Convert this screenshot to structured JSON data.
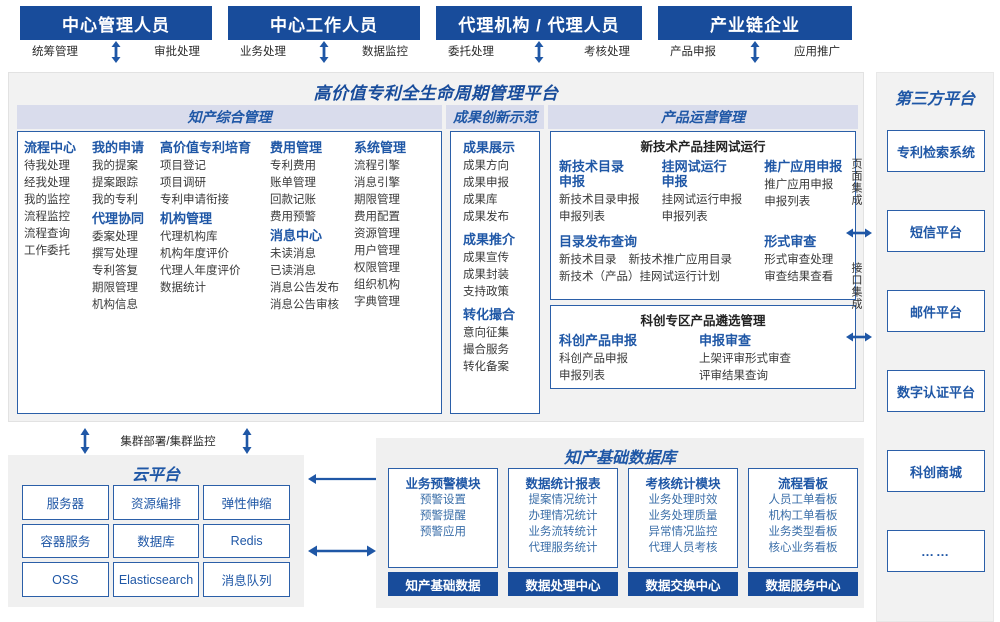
{
  "roles": [
    {
      "title": "中心管理人员",
      "left_caption": "统筹管理",
      "right_caption": "审批处理"
    },
    {
      "title": "中心工作人员",
      "left_caption": "业务处理",
      "right_caption": "数据监控"
    },
    {
      "title": "代理机构 / 代理人员",
      "left_caption": "委托处理",
      "right_caption": "考核处理"
    },
    {
      "title": "产业链企业",
      "left_caption": "产品申报",
      "right_caption": "应用推广"
    }
  ],
  "platform": {
    "title": "高价值专利全生命周期管理平台",
    "sections": [
      {
        "name": "知产综合管理",
        "columns": [
          {
            "groups": [
              {
                "title": "流程中心",
                "items": [
                  "待我处理",
                  "经我处理",
                  "我的监控",
                  "流程监控",
                  "流程查询",
                  "工作委托"
                ]
              }
            ]
          },
          {
            "groups": [
              {
                "title": "我的申请",
                "items": [
                  "我的提案",
                  "提案跟踪",
                  "我的专利"
                ]
              },
              {
                "title": "代理协同",
                "items": [
                  "委案处理",
                  "撰写处理",
                  "专利答复",
                  "期限管理",
                  "机构信息"
                ]
              }
            ]
          },
          {
            "groups": [
              {
                "title": "高价值专利培育",
                "items": [
                  "项目登记",
                  "项目调研",
                  "专利申请衔接"
                ]
              },
              {
                "title": "机构管理",
                "items": [
                  "代理机构库",
                  "机构年度评价",
                  "代理人年度评价",
                  "数据统计"
                ]
              }
            ]
          },
          {
            "groups": [
              {
                "title": "费用管理",
                "items": [
                  "专利费用",
                  "账单管理",
                  "回款记账",
                  "费用预警"
                ]
              },
              {
                "title": "消息中心",
                "items": [
                  "未读消息",
                  "已读消息",
                  "消息公告发布",
                  "消息公告审核"
                ]
              }
            ]
          },
          {
            "groups": [
              {
                "title": "系统管理",
                "items": [
                  "流程引擎",
                  "消息引擎",
                  "期限管理",
                  "费用配置",
                  "资源管理",
                  "用户管理",
                  "权限管理",
                  "组织机构",
                  "字典管理"
                ]
              }
            ]
          }
        ]
      },
      {
        "name": "成果创新示范",
        "columns": [
          {
            "groups": [
              {
                "title": "成果展示",
                "items": [
                  "成果方向",
                  "成果申报",
                  "成果库",
                  "成果发布"
                ]
              },
              {
                "title": "成果推介",
                "items": [
                  "成果宣传",
                  "成果封装",
                  "支持政策"
                ]
              },
              {
                "title": "转化撮合",
                "items": [
                  "意向征集",
                  "撮合服务",
                  "转化备案"
                ]
              }
            ]
          }
        ]
      },
      {
        "name": "产品运营管理",
        "boxes": [
          {
            "title": "新技术产品挂网试运行",
            "row1": [
              {
                "title": "新技术目录申报",
                "items": [
                  "新技术目录申报",
                  "申报列表"
                ]
              },
              {
                "title": "挂网试运行申报",
                "items": [
                  "挂网试运行申报",
                  "申报列表"
                ]
              },
              {
                "title": "推广应用申报",
                "items": [
                  "推广应用申报",
                  "申报列表"
                ]
              }
            ],
            "row2": [
              {
                "title": "目录发布查询",
                "items": [
                  "新技术目录",
                  "新技术推广应用目录",
                  "新技术（产品）挂网试运行计划"
                ]
              },
              {
                "title": "形式审查",
                "items": [
                  "形式审查处理",
                  "审查结果查看"
                ]
              }
            ]
          },
          {
            "title": "科创专区产品遴选管理",
            "row1": [
              {
                "title": "科创产品申报",
                "items": [
                  "科创产品申报",
                  "申报列表"
                ]
              },
              {
                "title": "申报审查",
                "items": [
                  "上架评审形式审查",
                  "评审结果查询"
                ]
              }
            ]
          }
        ]
      }
    ]
  },
  "integration": {
    "page_label": "页面集成",
    "api_label": "接口集成"
  },
  "third_party": {
    "title": "第三方平台",
    "items": [
      "专利检索系统",
      "短信平台",
      "邮件平台",
      "数字认证平台",
      "科创商城",
      "……"
    ]
  },
  "cluster_caption": "集群部署/集群监控",
  "cloud": {
    "title": "云平台",
    "cells": [
      "服务器",
      "资源编排",
      "弹性伸缩",
      "容器服务",
      "数据库",
      "Redis",
      "OSS",
      "Elasticsearch",
      "消息队列"
    ]
  },
  "database": {
    "title": "知产基础数据库",
    "columns": [
      {
        "header": "业务预警模块",
        "items": [
          "预警设置",
          "预警提醒",
          "预警应用"
        ],
        "footer": "知产基础数据"
      },
      {
        "header": "数据统计报表",
        "items": [
          "提案情况统计",
          "办理情况统计",
          "业务流转统计",
          "代理服务统计"
        ],
        "footer": "数据处理中心"
      },
      {
        "header": "考核统计模块",
        "items": [
          "业务处理时效",
          "业务处理质量",
          "异常情况监控",
          "代理人员考核"
        ],
        "footer": "数据交换中心"
      },
      {
        "header": "流程看板",
        "items": [
          "人员工单看板",
          "机构工单看板",
          "业务类型看板",
          "核心业务看板"
        ],
        "footer": "数据服务中心"
      }
    ]
  },
  "colors": {
    "brand_dark": "#184C9B",
    "brand": "#1F57A6",
    "section_head_bg": "#D9DCEC",
    "panel_bg": "#F2F2F2",
    "box_border": "#2B5FA8"
  }
}
